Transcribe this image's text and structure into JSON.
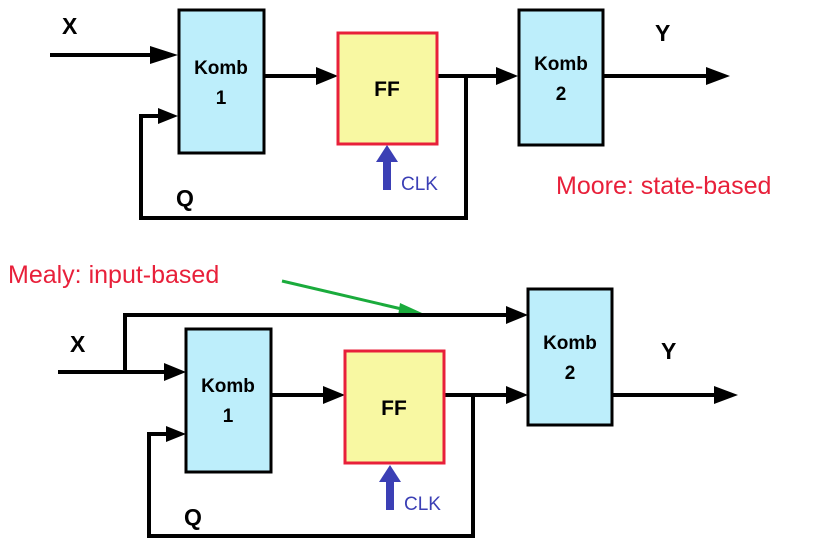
{
  "colors": {
    "comb_fill": "#bdeefb",
    "ff_fill": "#f8f8a2",
    "ff_border": "#e8203a",
    "caption": "#e8203a",
    "clk": "#3b3fb5",
    "annotation_arrow": "#1aab3c"
  },
  "moore": {
    "input_label": "X",
    "output_label": "Y",
    "state_label": "Q",
    "comb1_line1": "Komb",
    "comb1_line2": "1",
    "ff_label": "FF",
    "comb2_line1": "Komb",
    "comb2_line2": "2",
    "clk_label": "CLK",
    "caption": "Moore: state-based"
  },
  "mealy": {
    "input_label": "X",
    "output_label": "Y",
    "state_label": "Q",
    "comb1_line1": "Komb",
    "comb1_line2": "1",
    "ff_label": "FF",
    "comb2_line1": "Komb",
    "comb2_line2": "2",
    "clk_label": "CLK",
    "caption": "Mealy: input-based"
  }
}
